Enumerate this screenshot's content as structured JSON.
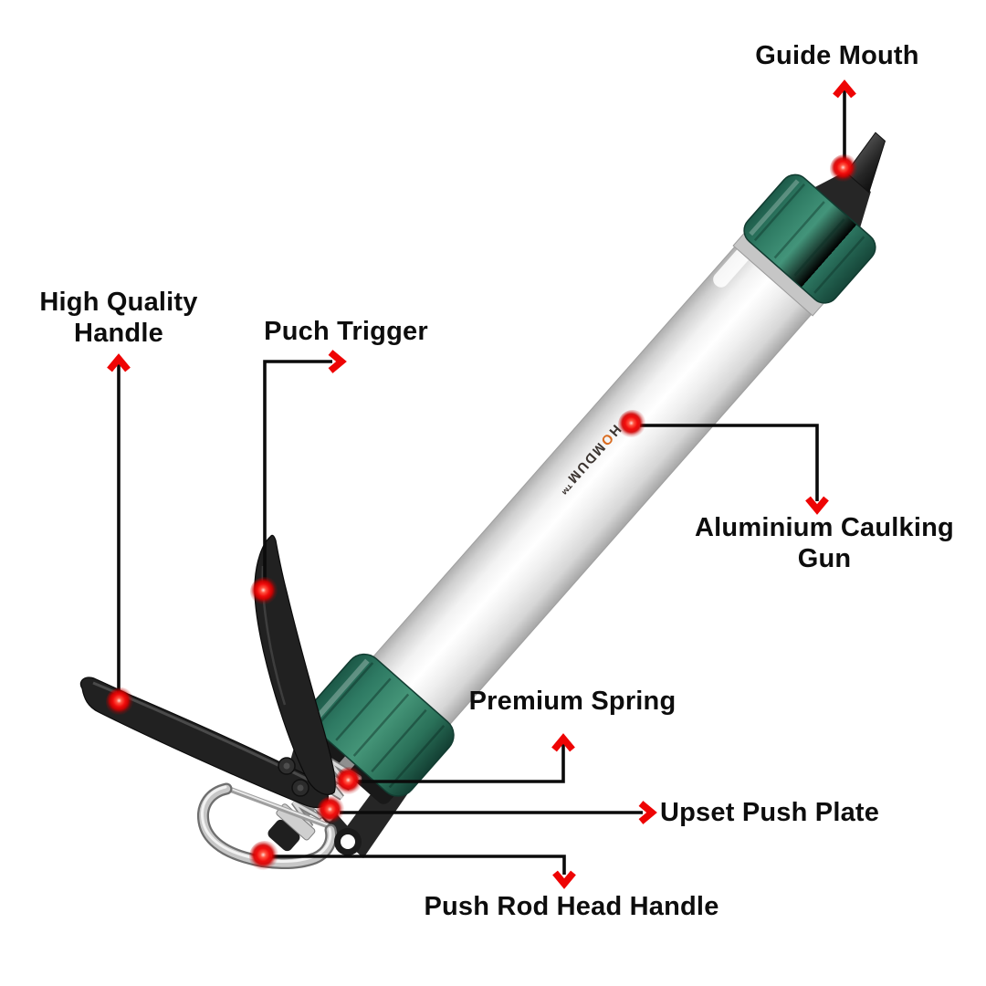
{
  "diagram": {
    "labels": {
      "guide_mouth": "Guide Mouth",
      "high_quality_handle": "High Quality Handle",
      "puch_trigger": "Puch Trigger",
      "aluminium_caulking_gun": "Aluminium Caulking Gun",
      "premium_spring": "Premium Spring",
      "upset_push_plate": "Upset Push Plate",
      "push_rod_head_handle": "Push Rod Head Handle"
    },
    "brand": {
      "part1": "H",
      "part2": "O",
      "part3": "MDUM™"
    },
    "colors": {
      "accent_red": "#ee0404",
      "cap_green": "#2e7a63",
      "barrel_silver": "#e9e9e9",
      "ink": "#0d0d0d"
    }
  }
}
